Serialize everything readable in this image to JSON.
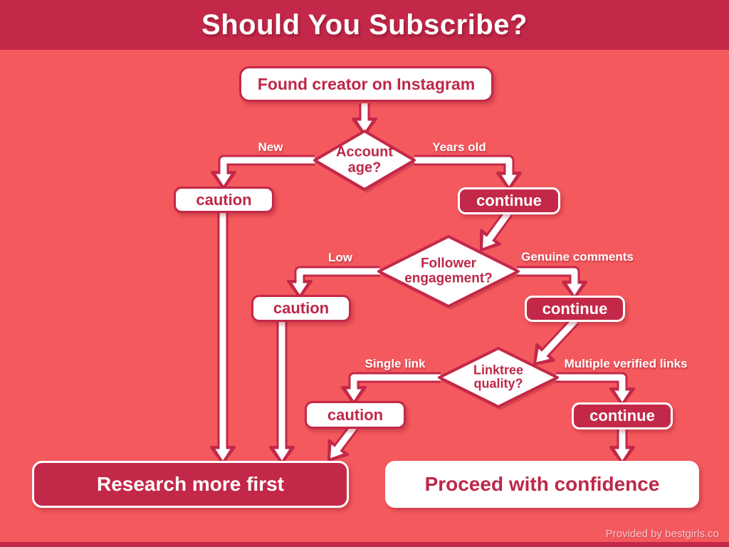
{
  "title": "Should You Subscribe?",
  "colors": {
    "background": "#f4595e",
    "crimson": "#c32848",
    "box_text": "#bd2848",
    "white": "#ffffff",
    "footer_text": "#f6c6ca"
  },
  "flowchart": {
    "start": {
      "label": "Found creator on Instagram"
    },
    "decisions": [
      {
        "question": "Account age?",
        "lines": [
          "Account",
          "age?"
        ],
        "left_label": "New",
        "right_label": "Years old"
      },
      {
        "question": "Follower engagement?",
        "lines": [
          "Follower",
          "engagement?"
        ],
        "left_label": "Low",
        "right_label": "Genuine comments"
      },
      {
        "question": "Linktree quality?",
        "lines": [
          "Linktree",
          "quality?"
        ],
        "left_label": "Single link",
        "right_label": "Multiple verified links"
      }
    ],
    "caution_label": "caution",
    "continue_label": "continue",
    "end_negative": {
      "label": "Research more first"
    },
    "end_positive": {
      "label": "Proceed with confidence"
    }
  },
  "footer": {
    "credit": "Provided by bestgirls.co"
  }
}
